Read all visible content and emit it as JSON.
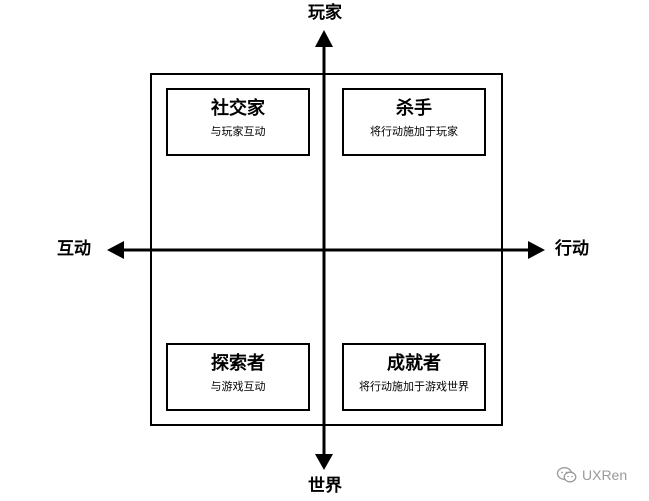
{
  "axes": {
    "top": "玩家",
    "bottom": "世界",
    "left": "互动",
    "right": "行动"
  },
  "quadrants": {
    "socializer": {
      "title": "社交家",
      "subtitle": "与玩家互动"
    },
    "killer": {
      "title": "杀手",
      "subtitle": "将行动施加于玩家"
    },
    "explorer": {
      "title": "探索者",
      "subtitle": "与游戏互动"
    },
    "achiever": {
      "title": "成就者",
      "subtitle": "将行动施加于游戏世界"
    }
  },
  "watermark": {
    "icon": "wechat-icon",
    "text": "UXRen"
  },
  "colors": {
    "line": "#000000",
    "background": "#ffffff",
    "watermark": "#9a9a9a"
  }
}
